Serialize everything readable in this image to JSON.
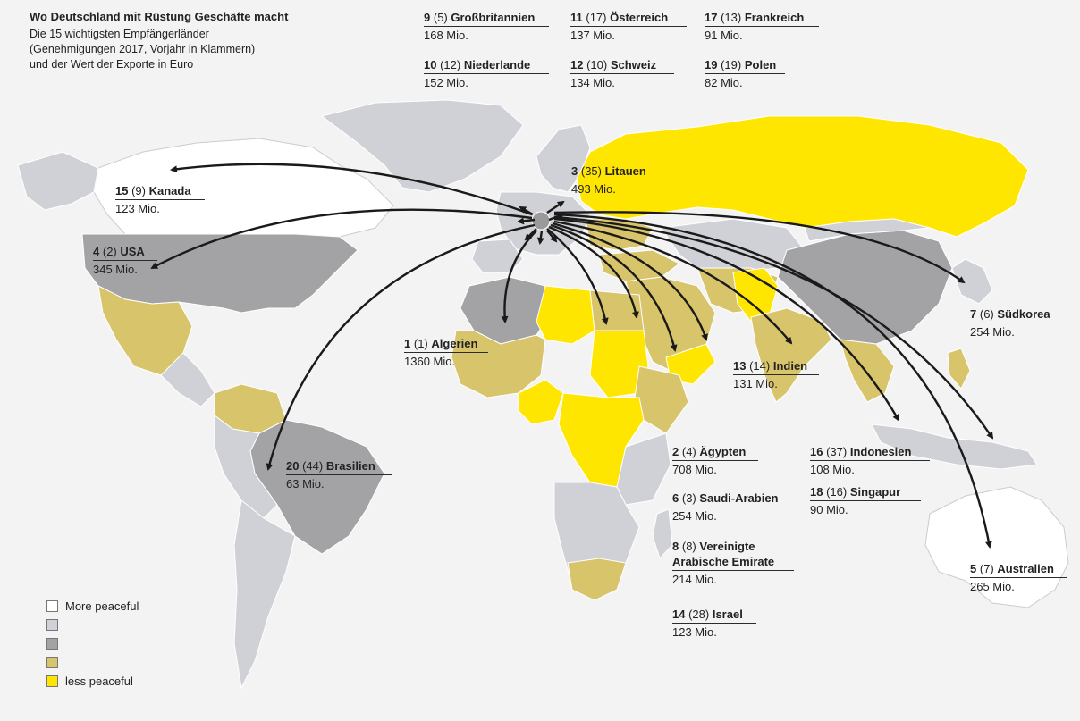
{
  "header": {
    "title": "Wo Deutschland mit Rüstung Geschäfte macht",
    "subtitle": "Die 15 wichtigsten Empfängerländer\n(Genehmigungen 2017, Vorjahr in Klammern)\nund der Wert der Exporte in Euro"
  },
  "colors": {
    "ocean": "#f3f3f3",
    "white": "#ffffff",
    "light_gray": "#d0d1d6",
    "dark_gray": "#a3a3a5",
    "khaki": "#d8c46a",
    "yellow": "#ffe600",
    "arrow": "#1a1a1a",
    "origin": "#9a9a9a"
  },
  "labels": {
    "grossbritannien": {
      "rank": "9",
      "prev": "(5)",
      "country": "Großbritannien",
      "value": "168 Mio."
    },
    "oesterreich": {
      "rank": "11",
      "prev": "(17)",
      "country": "Österreich",
      "value": "137 Mio."
    },
    "frankreich": {
      "rank": "17",
      "prev": "(13)",
      "country": "Frankreich",
      "value": "91 Mio."
    },
    "niederlande": {
      "rank": "10",
      "prev": "(12)",
      "country": "Niederlande",
      "value": "152 Mio."
    },
    "schweiz": {
      "rank": "12",
      "prev": "(10)",
      "country": "Schweiz",
      "value": "134 Mio."
    },
    "polen": {
      "rank": "19",
      "prev": "(19)",
      "country": "Polen",
      "value": "82 Mio."
    },
    "kanada": {
      "rank": "15",
      "prev": "(9)",
      "country": "Kanada",
      "value": "123 Mio."
    },
    "litauen": {
      "rank": "3",
      "prev": "(35)",
      "country": "Litauen",
      "value": "493 Mio."
    },
    "usa": {
      "rank": "4",
      "prev": "(2)",
      "country": "USA",
      "value": "345 Mio."
    },
    "suedkorea": {
      "rank": "7",
      "prev": "(6)",
      "country": "Südkorea",
      "value": "254 Mio."
    },
    "algerien": {
      "rank": "1",
      "prev": "(1)",
      "country": "Algerien",
      "value": "1360 Mio."
    },
    "indien": {
      "rank": "13",
      "prev": "(14)",
      "country": "Indien",
      "value": "131 Mio."
    },
    "aegypten": {
      "rank": "2",
      "prev": "(4)",
      "country": "Ägypten",
      "value": "708 Mio."
    },
    "indonesien": {
      "rank": "16",
      "prev": "(37)",
      "country": "Indonesien",
      "value": "108 Mio."
    },
    "brasilien": {
      "rank": "20",
      "prev": "(44)",
      "country": "Brasilien",
      "value": "63 Mio."
    },
    "saudi_arabien": {
      "rank": "6",
      "prev": "(3)",
      "country": "Saudi-Arabien",
      "value": "254 Mio."
    },
    "singapur": {
      "rank": "18",
      "prev": "(16)",
      "country": "Singapur",
      "value": "90 Mio."
    },
    "vae": {
      "rank": "8",
      "prev": "(8)",
      "country": "Vereinigte Arabische Emirate",
      "value": "214 Mio."
    },
    "australien": {
      "rank": "5",
      "prev": "(7)",
      "country": "Australien",
      "value": "265 Mio."
    },
    "israel": {
      "rank": "14",
      "prev": "(28)",
      "country": "Israel",
      "value": "123 Mio."
    }
  },
  "legend": {
    "items": [
      {
        "label": "More peaceful",
        "color": "#ffffff"
      },
      {
        "label": "",
        "color": "#d0d1d6"
      },
      {
        "label": "",
        "color": "#a3a3a5"
      },
      {
        "label": "",
        "color": "#d8c46a"
      },
      {
        "label": "less peaceful",
        "color": "#ffe600"
      }
    ]
  }
}
